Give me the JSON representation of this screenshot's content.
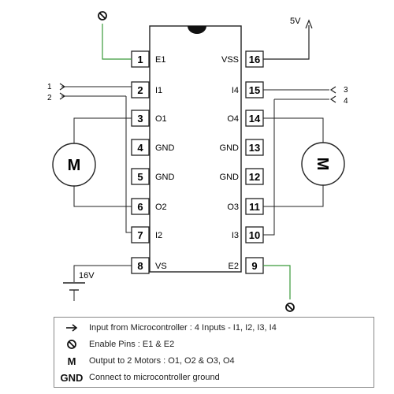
{
  "chip": {
    "left_pins": [
      {
        "num": "1",
        "label": "E1"
      },
      {
        "num": "2",
        "label": "I1"
      },
      {
        "num": "3",
        "label": "O1"
      },
      {
        "num": "4",
        "label": "GND"
      },
      {
        "num": "5",
        "label": "GND"
      },
      {
        "num": "6",
        "label": "O2"
      },
      {
        "num": "7",
        "label": "I2"
      },
      {
        "num": "8",
        "label": "VS"
      }
    ],
    "right_pins": [
      {
        "num": "16",
        "label": "VSS"
      },
      {
        "num": "15",
        "label": "I4"
      },
      {
        "num": "14",
        "label": "O4"
      },
      {
        "num": "13",
        "label": "GND"
      },
      {
        "num": "12",
        "label": "GND"
      },
      {
        "num": "11",
        "label": "O3"
      },
      {
        "num": "10",
        "label": "I3"
      },
      {
        "num": "9",
        "label": "E2"
      }
    ]
  },
  "annotations": {
    "supply_5v": "5V",
    "supply_16v": "16V",
    "input_1": "1",
    "input_2": "2",
    "input_3": "3",
    "input_4": "4",
    "motor_left": "M",
    "motor_right": "M"
  },
  "legend": [
    {
      "symbol": "arrow-icon",
      "text": "Input from Microcontroller : 4 Inputs - I1, I2, I3, I4"
    },
    {
      "symbol": "enable-icon",
      "text": "Enable Pins : E1 & E2"
    },
    {
      "symbol": "M",
      "text": "Output to 2 Motors : O1, O2 & O3, O4"
    },
    {
      "symbol": "GND",
      "text": "Connect to microcontroller ground"
    }
  ],
  "colors": {
    "enable_wire": "#3a9a3a",
    "wire": "#222222",
    "chip_notch": "#111111"
  }
}
